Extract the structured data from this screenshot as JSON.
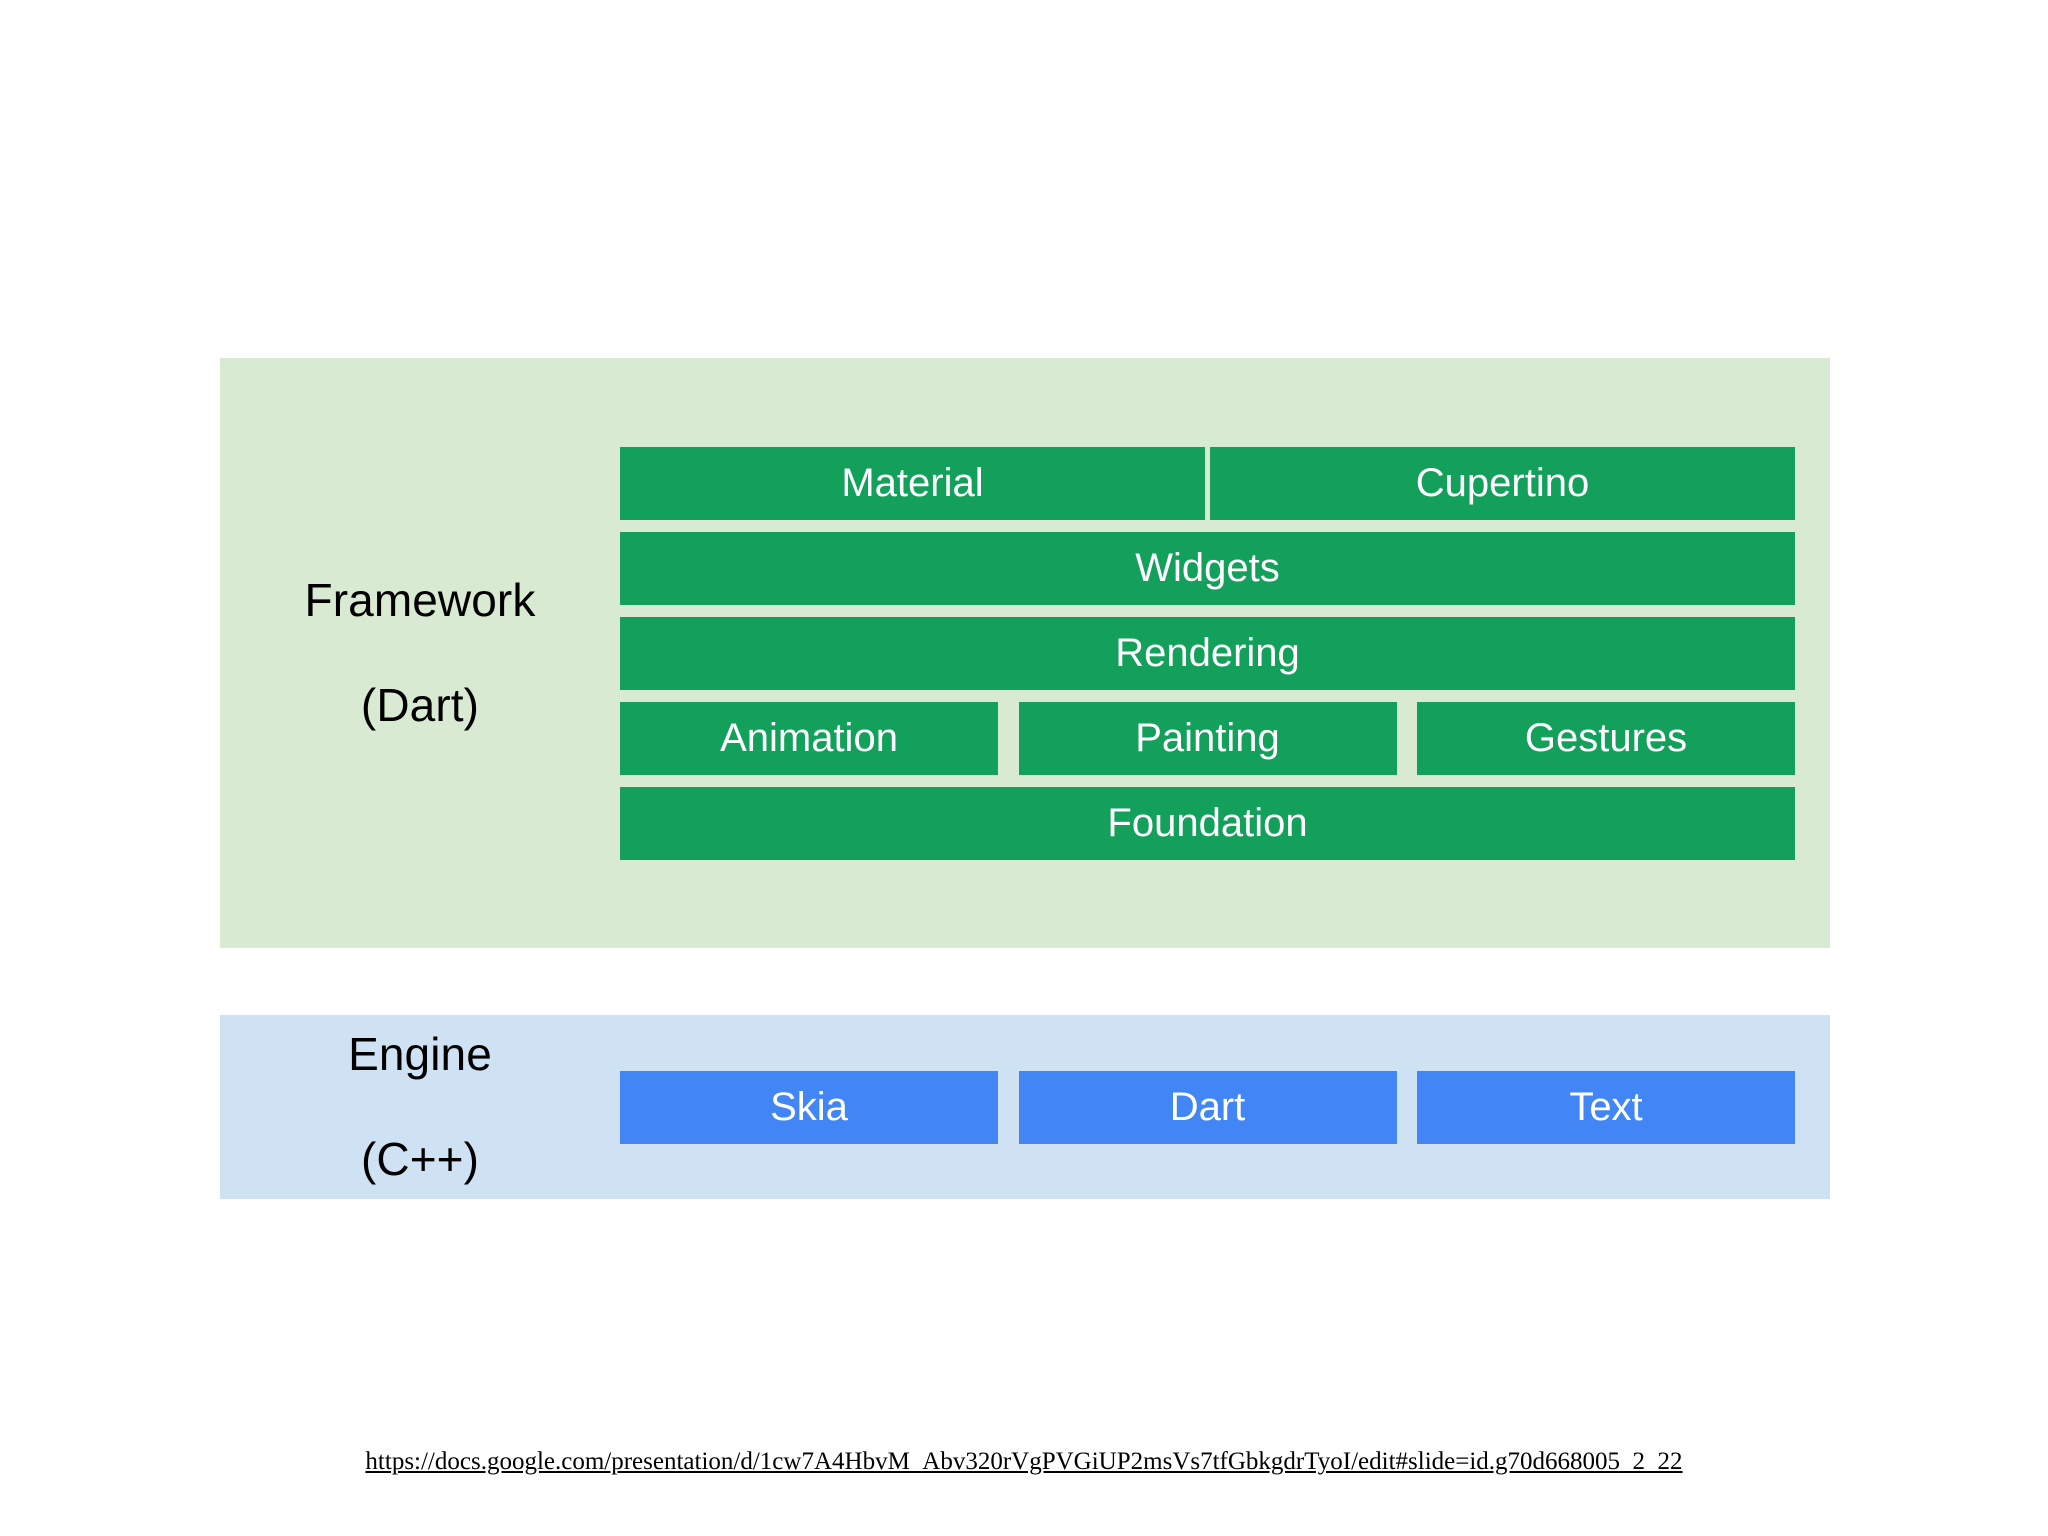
{
  "slide": {
    "background_color": "#ffffff",
    "source_url": "https://docs.google.com/presentation/d/1cw7A4HbvM_Abv320rVgPVGiUP2msVs7tfGbkgdrTyoI/edit#slide=id.g70d668005_2_22"
  },
  "colors": {
    "framework_panel": "#d9ead3",
    "framework_box": "#12a05a",
    "engine_panel": "#cfe2f3",
    "engine_box": "#4285f4",
    "box_text": "#ffffff",
    "label_text": "#000000"
  },
  "layers": [
    {
      "id": "framework",
      "label_line1": "Framework",
      "label_line2": "(Dart)",
      "panel_color": "#d9ead3",
      "box_color": "#12a05a",
      "rows": [
        {
          "layout": "split-two",
          "boxes": [
            {
              "label": "Material"
            },
            {
              "label": "Cupertino"
            }
          ]
        },
        {
          "layout": "full",
          "boxes": [
            {
              "label": "Widgets"
            }
          ]
        },
        {
          "layout": "full",
          "boxes": [
            {
              "label": "Rendering"
            }
          ]
        },
        {
          "layout": "split-three",
          "boxes": [
            {
              "label": "Animation"
            },
            {
              "label": "Painting"
            },
            {
              "label": "Gestures"
            }
          ]
        },
        {
          "layout": "full",
          "boxes": [
            {
              "label": "Foundation"
            }
          ]
        }
      ]
    },
    {
      "id": "engine",
      "label_line1": "Engine",
      "label_line2": "(C++)",
      "panel_color": "#cfe2f3",
      "box_color": "#4285f4",
      "rows": [
        {
          "layout": "split-three",
          "boxes": [
            {
              "label": "Skia"
            },
            {
              "label": "Dart"
            },
            {
              "label": "Text"
            }
          ]
        }
      ]
    }
  ]
}
